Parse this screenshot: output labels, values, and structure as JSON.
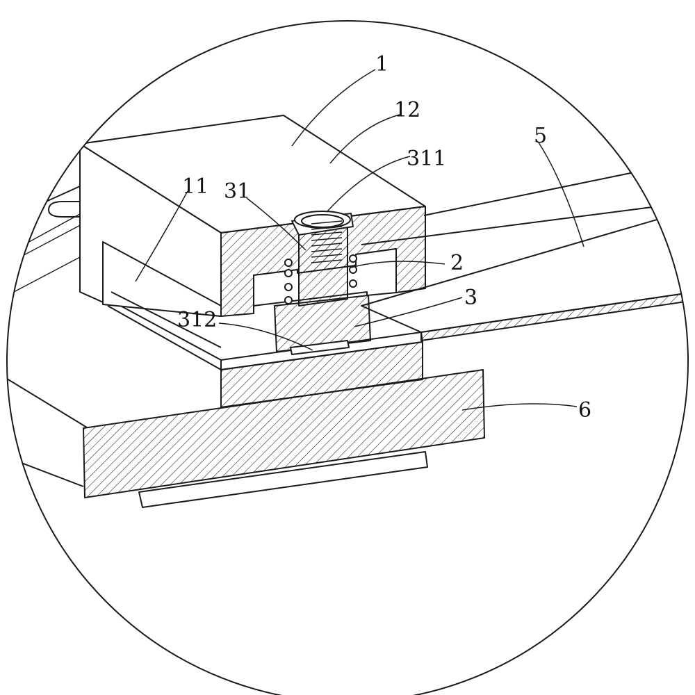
{
  "callouts": {
    "c1": "1",
    "c12": "12",
    "c311": "311",
    "c5": "5",
    "c11": "11",
    "c31": "31",
    "c2": "2",
    "c3": "3",
    "c312": "312",
    "c6": "6"
  }
}
